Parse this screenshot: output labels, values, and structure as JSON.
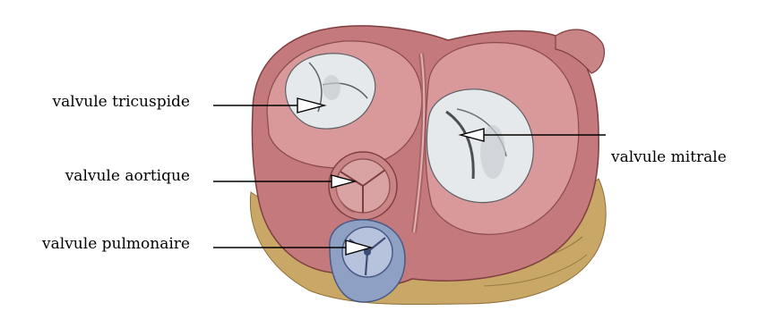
{
  "labels": {
    "tricuspid": "valvule tricuspide",
    "aortic": "valvule aortique",
    "pulmonary": "valvule pulmonaire",
    "mitral": "valvule mitrale"
  },
  "colors": {
    "heart_wall": "#c47a7c",
    "heart_inner": "#d9989a",
    "heart_dark": "#9c5456",
    "fat": "#c9a867",
    "valve_light": "#e6e9ec",
    "valve_shadow": "#5d6166",
    "pulmonary_blue": "#8ea0c4",
    "pulmonary_dark": "#4a5a86",
    "leader_line": "#000000"
  }
}
